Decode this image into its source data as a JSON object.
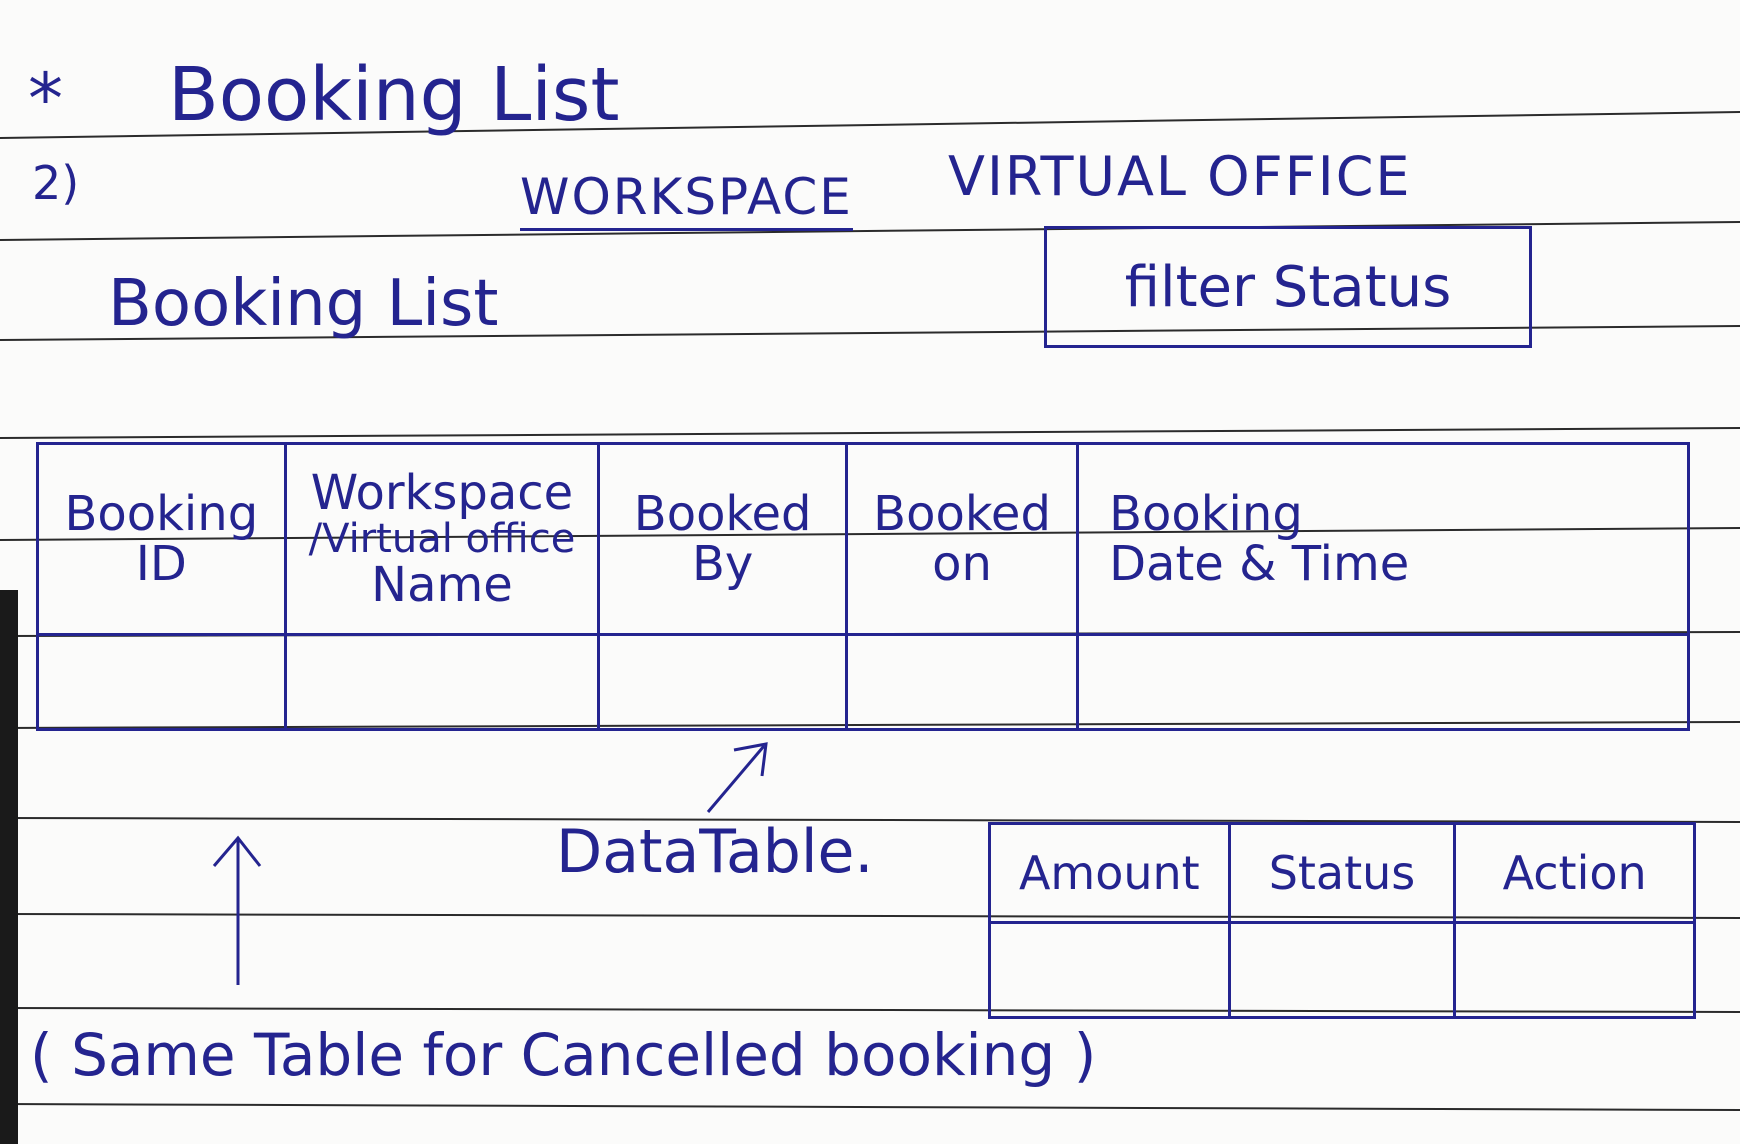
{
  "page": {
    "heading_star": "*",
    "heading": "Booking List",
    "section_number": "2)"
  },
  "tabs": [
    {
      "label": "WORKSPACE"
    },
    {
      "label": "VIRTUAL OFFICE"
    }
  ],
  "list_title": "Booking List",
  "filter": {
    "label": "filter Status"
  },
  "main_table": {
    "columns": [
      {
        "line1": "Booking",
        "line2": "ID",
        "line3": ""
      },
      {
        "line1": "Workspace",
        "line2": "/Virtual office",
        "line3": "Name"
      },
      {
        "line1": "Booked",
        "line2": "By",
        "line3": ""
      },
      {
        "line1": "Booked",
        "line2": "on",
        "line3": ""
      },
      {
        "line1": "Booking",
        "line2": "Date & Time",
        "line3": ""
      }
    ]
  },
  "side_table": {
    "columns": [
      "Amount",
      "Status",
      "Action"
    ]
  },
  "notes": {
    "datatable": "DataTable.",
    "cancelled": "( Same Table for Cancelled booking )"
  },
  "colors": {
    "ink": "#24248f",
    "paper": "#fbfbfa",
    "rule_line": "#2b2b2b"
  }
}
